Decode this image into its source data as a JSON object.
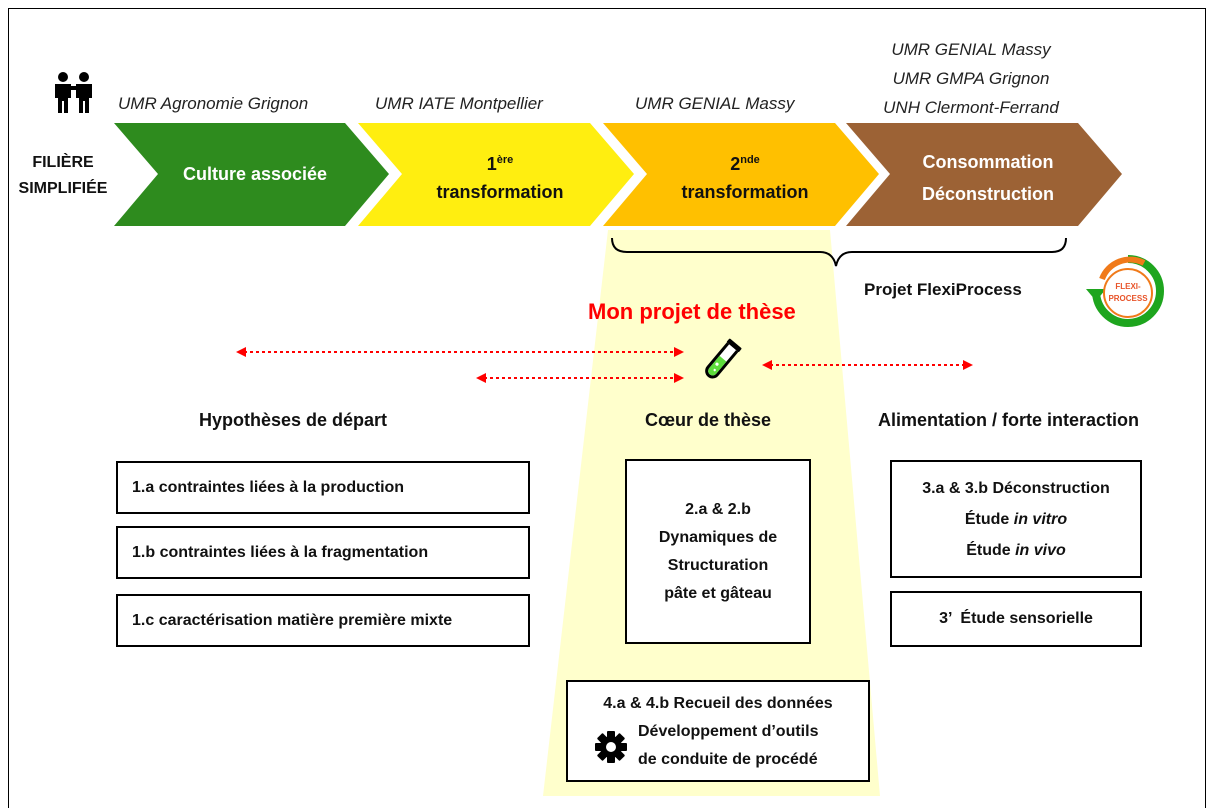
{
  "colors": {
    "culture": "#2e8b1e",
    "transfo1": "#ffee10",
    "transfo2": "#ffc000",
    "consommation": "#9c6235",
    "highlight": "#ffffcc",
    "red": "#ff0000"
  },
  "icons": [
    "people-icon",
    "test-tube-icon",
    "gear-icon",
    "flexiprocess-logo-icon"
  ],
  "labs": {
    "agronomie": "UMR Agronomie Grignon",
    "iate": "UMR IATE Montpellier",
    "genial": "UMR GENIAL Massy",
    "right_1": "UMR GENIAL Massy",
    "right_2": "UMR GMPA Grignon",
    "right_3": "UNH Clermont-Ferrand"
  },
  "filiere": {
    "line1": "FILIÈRE",
    "line2": "SIMPLIFIÉE"
  },
  "chevrons": {
    "culture": "Culture associée",
    "t1_num": "1",
    "t1_sup": "ère",
    "t1_word": "transformation",
    "t2_num": "2",
    "t2_sup": "nde",
    "t2_word": "transformation",
    "conso_1": "Consommation",
    "conso_2": "Déconstruction"
  },
  "flexiprocess": {
    "label": "Projet FlexiProcess",
    "logo_1": "FLEXI-",
    "logo_2": "PROCESS"
  },
  "these_title": "Mon projet de thèse",
  "headers": {
    "left": "Hypothèses de départ",
    "center": "Cœur de thèse",
    "right": "Alimentation / forte interaction"
  },
  "left_boxes": [
    "1.a contraintes liées à la production",
    "1.b contraintes liées à la fragmentation",
    "1.c caractérisation matière première mixte"
  ],
  "center_box": [
    "2.a & 2.b",
    "Dynamiques de",
    "Structuration",
    "pâte et gâteau"
  ],
  "right_box_1": {
    "line1": "3.a & 3.b Déconstruction",
    "l2_prefix": "Étude ",
    "l2_italic": "in vitro",
    "l3_prefix": "Étude ",
    "l3_italic": "in vivo"
  },
  "right_box_2": "3’  Étude sensorielle",
  "bottom_box": {
    "line1": "4.a & 4.b Recueil des données",
    "line2": "Développement d’outils",
    "line3": "de conduite de procédé"
  }
}
